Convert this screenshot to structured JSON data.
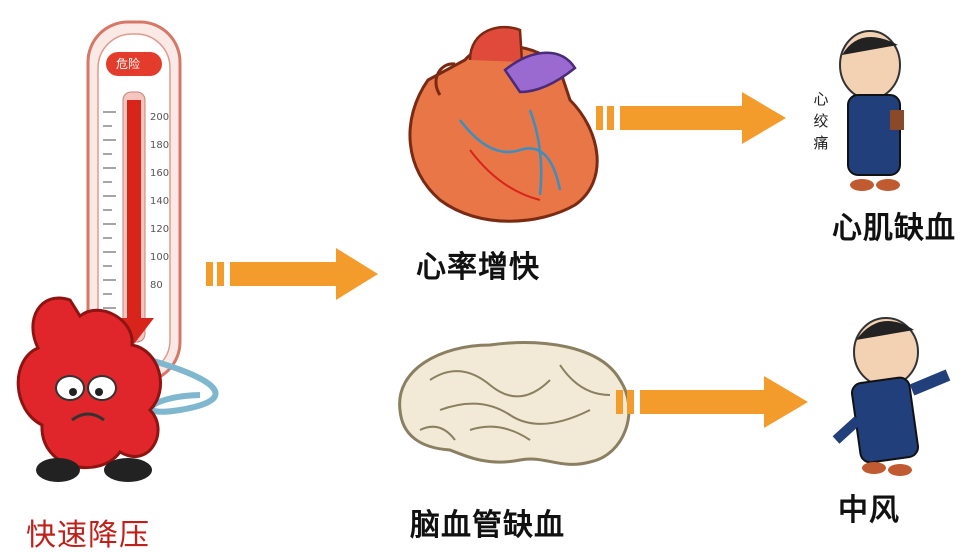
{
  "thermometer": {
    "top_label": "危险",
    "ticks": [
      "200",
      "180",
      "160",
      "140",
      "120",
      "100",
      "80"
    ]
  },
  "labels": {
    "cause": "快速降压",
    "heart": "心率增快",
    "brain": "脑血管缺血",
    "myocardial": "心肌缺血",
    "stroke": "中风",
    "angina": [
      "心",
      "绞",
      "痛"
    ]
  },
  "colors": {
    "arrow": "#f39c2c",
    "cause_text": "#c0201b",
    "heart": "#e86a3a",
    "mercury": "#d9241c"
  }
}
